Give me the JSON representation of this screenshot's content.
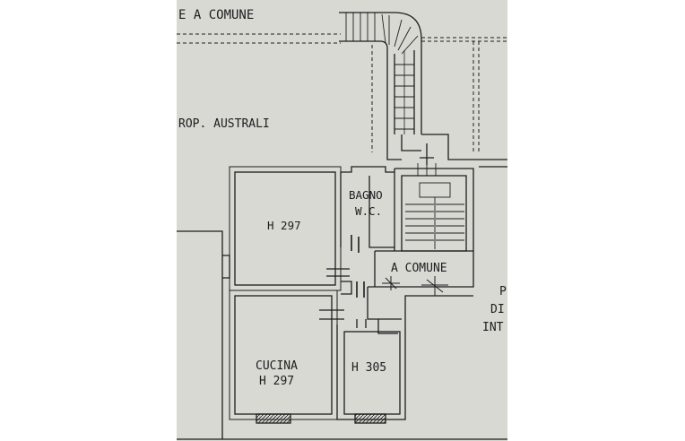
{
  "colors": {
    "paper": "#d9d9d4",
    "ink": "#1d1d1d",
    "page_background": "#ffffff"
  },
  "labels": {
    "top_common": "E A COMUNE",
    "prop_australi": "ROP. AUSTRALI",
    "bagno": "BAGNO",
    "wc": "W.C.",
    "room_1_height": "H 297",
    "a_comune": "A COMUNE",
    "cucina": "CUCINA",
    "cucina_height": "H 297",
    "corridor_height": "H 305",
    "edge_p": "P",
    "edge_di": "DI",
    "edge_int": "INT"
  }
}
